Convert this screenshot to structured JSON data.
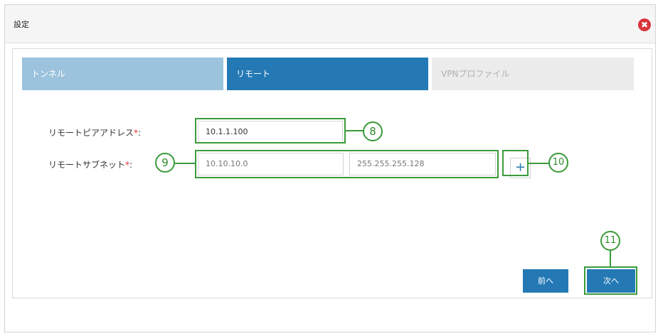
{
  "dialog": {
    "title": "設定",
    "close_symbol": "✖",
    "close_icon": "close-icon"
  },
  "tabs": [
    {
      "label": "トンネル",
      "state": "completed"
    },
    {
      "label": "リモート",
      "state": "active"
    },
    {
      "label": "VPNプロファイル",
      "state": "inactive"
    }
  ],
  "form": {
    "peer_address": {
      "label": "リモートピアアドレス",
      "required_mark": "*",
      "suffix": ":",
      "value": "10.1.1.100"
    },
    "subnet": {
      "label": "リモートサブネット",
      "required_mark": "*",
      "suffix": ":",
      "address_placeholder": "10.10.10.0",
      "mask_placeholder": "255.255.255.128"
    },
    "add_symbol": "+"
  },
  "callouts": {
    "c8": "8",
    "c9": "9",
    "c10": "10",
    "c11": "11"
  },
  "buttons": {
    "prev": "前へ",
    "next": "次へ"
  },
  "colors": {
    "tab_completed": "#9cc3dd",
    "tab_active": "#2479b5",
    "tab_inactive": "#ececec",
    "button": "#2479b5",
    "highlight": "#3a9b3a",
    "required": "#e03030",
    "close": "#d9353c"
  }
}
